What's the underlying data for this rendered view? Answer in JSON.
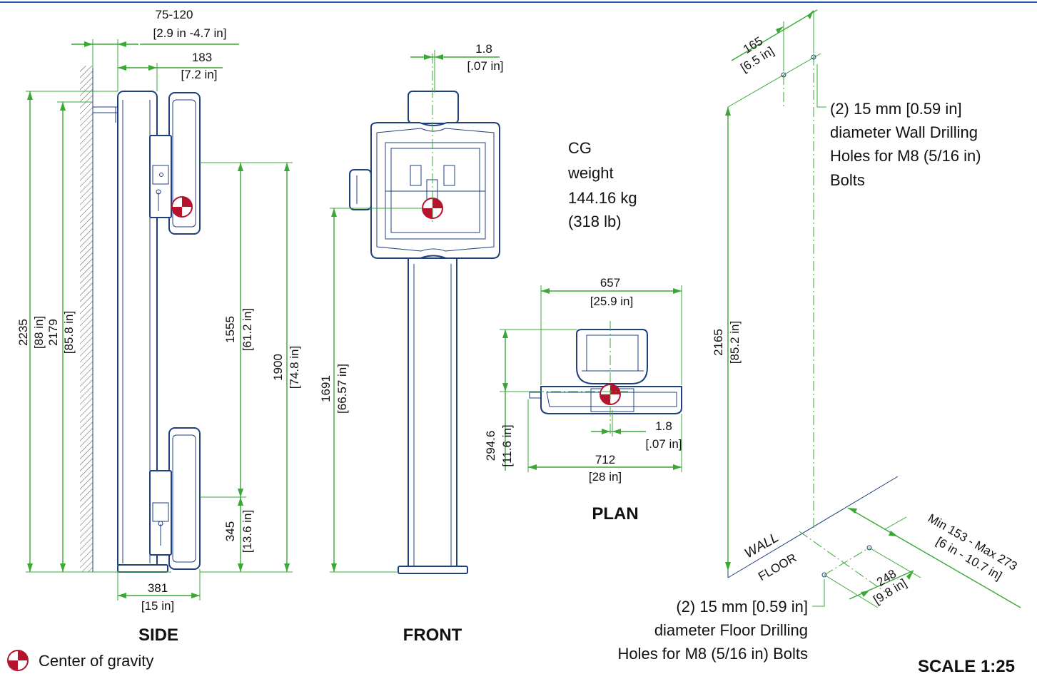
{
  "views": {
    "side": "SIDE",
    "front": "FRONT",
    "plan": "PLAN"
  },
  "scale": "SCALE 1:25",
  "legend": {
    "label": "Center of gravity",
    "icon": "center-of-gravity-icon"
  },
  "cg": {
    "line1": "CG",
    "line2": "weight",
    "line3": "144.16 kg",
    "line4": "(318 lb)"
  },
  "side_dims": {
    "offset_mm": "75-120",
    "offset_in": "[2.9 in -4.7 in]",
    "depth_mm": "183",
    "depth_in": "[7.2 in]",
    "h_total_mm": "2235",
    "h_total_in": "[88 in]",
    "h_bracket_mm": "2179",
    "h_bracket_in": "[85.8 in]",
    "h_1555_mm": "1555",
    "h_1555_in": "[61.2 in]",
    "h_1900_mm": "1900",
    "h_1900_in": "[74.8 in]",
    "h_345_mm": "345",
    "h_345_in": "[13.6 in]",
    "base_mm": "381",
    "base_in": "[15 in]"
  },
  "front_dims": {
    "offset_mm": "1.8",
    "offset_in": "[.07 in]",
    "cg_h_mm": "1691",
    "cg_h_in": "[66.57 in]"
  },
  "plan_dims": {
    "width_mm": "657",
    "width_in": "[25.9 in]",
    "base_mm": "712",
    "base_in": "[28 in]",
    "depth_mm": "294.6",
    "depth_in": "[11.6 in]",
    "offset_mm": "1.8",
    "offset_in": "[.07 in]"
  },
  "wall_dims": {
    "spacing_mm": "165",
    "spacing_in": "[6.5 in]",
    "height_mm": "2165",
    "height_in": "[85.2 in]",
    "wall_label": "WALL",
    "floor_label": "FLOOR",
    "floor_spacing_mm": "248",
    "floor_spacing_in": "[9.8 in]",
    "min_max_mm": "Min 153 - Max 273",
    "min_max_in": "[6 in - 10.7 in]"
  },
  "notes": {
    "wall_holes": [
      "(2) 15 mm [0.59 in]",
      "diameter Wall Drilling",
      "Holes for M8 (5/16 in)",
      "Bolts"
    ],
    "floor_holes": [
      "(2) 15 mm [0.59 in]",
      "diameter Floor Drilling",
      "Holes for M8 (5/16 in) Bolts"
    ]
  },
  "colors": {
    "dimension": "#3aa835",
    "outline": "#1f3f7f",
    "cg_marker": "#b5142c",
    "top_rule": "#2b5fad"
  }
}
